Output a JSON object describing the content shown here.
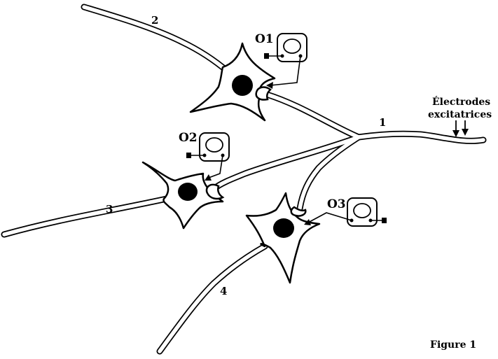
{
  "labels": {
    "fiber_1": "1",
    "neuron_2": "2",
    "neuron_3": "3",
    "neuron_4": "4",
    "oscilloscope_1": "O1",
    "oscilloscope_2": "O2",
    "oscilloscope_3": "O3",
    "electrodes_line1": "Électrodes",
    "electrodes_line2": "excitatrices",
    "figure": "Figure 1"
  },
  "colors": {
    "ink": "#000000",
    "paper": "#ffffff"
  }
}
